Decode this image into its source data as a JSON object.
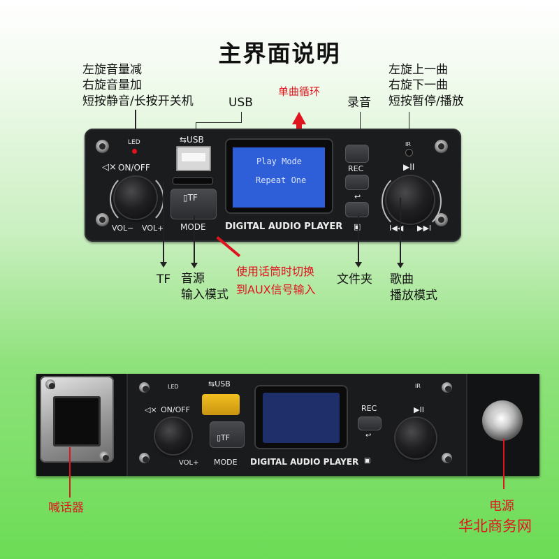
{
  "title": "主界面说明",
  "labels": {
    "vol_line1": "左旋音量减",
    "vol_line2": "右旋音量加",
    "vol_line3": "短按静音/长按开关机",
    "usb": "USB",
    "single_loop": "单曲循环",
    "rec": "录音",
    "track_line1": "左旋上一曲",
    "track_line2": "右旋下一曲",
    "track_line3": "短按暂停/播放",
    "tf": "TF",
    "source_line1": "音源",
    "source_line2": "输入模式",
    "mic_note_line1": "使用话筒时切换",
    "mic_note_line2": "到AUX信号输入",
    "folder": "文件夹",
    "song_line1": "歌曲",
    "song_line2": "播放模式",
    "microphone": "喊话器",
    "power": "电源",
    "watermark": "华北商务网"
  },
  "panel": {
    "led": "LED",
    "on_off": "ON/OFF",
    "vol_minus": "VOL−",
    "vol_plus": "VOL+",
    "usb": "⇆USB",
    "tf": "▯TF",
    "mode": "MODE",
    "rec": "REC",
    "brand": "DIGITAL AUDIO PLAYER",
    "lcd_line1": "Play Mode",
    "lcd_line2": "Repeat One",
    "ir": "IR",
    "play_pause": "▶II",
    "prev": "I◀◀",
    "next": "▶▶I",
    "mute": "◁×",
    "repeat": "↩",
    "folder": "▣"
  },
  "panel_bottom": {
    "led": "LED",
    "on_off": "ON/OFF",
    "vol_plus": "VOL+",
    "usb": "⇆USB",
    "tf": "▯TF",
    "mode": "MODE",
    "rec": "REC",
    "brand": "DIGITAL AUDIO PLAYER",
    "ir": "IR",
    "play_pause": "▶II",
    "mute": "◁×",
    "repeat": "↩",
    "folder": "▣"
  },
  "colors": {
    "accent_red": "#e0141e",
    "lcd_blue": "#2f5fd8",
    "panel_black": "#1b1c1e",
    "background_green": "#6cdc55"
  }
}
